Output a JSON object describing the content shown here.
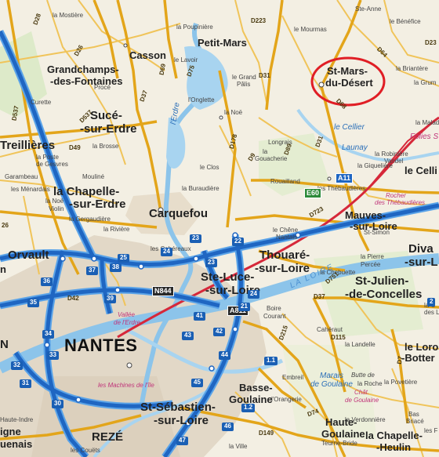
{
  "labels": {
    "nantes": "NANTES",
    "reze": "REZÉ",
    "carquefou": "Carquefou",
    "chapelle_erdre_1": "la Chapelle-",
    "chapelle_erdre_2": "-sur-Erdre",
    "treillieres": "Treillières",
    "orvault": "Orvault",
    "suce_1": "Sucé-",
    "suce_2": "-sur-Erdre",
    "petit_mars": "Petit-Mars",
    "casson": "Casson",
    "grandchamps_1": "Grandchamps-",
    "grandchamps_2": "-des-Fontaines",
    "st_mars_1": "St-Mars-",
    "st_mars_2": "du-Désert",
    "thouare_1": "Thouaré-",
    "thouare_2": "-sur-Loire",
    "ste_luce_1": "Ste-Luce-",
    "ste_luce_2": "-sur-Loire",
    "st_julien_1": "St-Julien-",
    "st_julien_2": "-de-Concelles",
    "st_sebastien_1": "St-Sébastien-",
    "st_sebastien_2": "-sur-Loire",
    "mauves_1": "Mauves-",
    "mauves_2": "-sur-Loire",
    "basse_goulaine_1": "Basse-",
    "basse_goulaine_2": "Goulaine",
    "haute_goulaine_1": "Haute-",
    "haute_goulaine_2": "Goulaine",
    "chapelle_heulin_1": "la Chapelle-",
    "chapelle_heulin_2": "-Heulin",
    "divatte_1": "Diva",
    "divatte_2": "-sur-L",
    "le_cellier": "le Cellier",
    "le_cellier_2": "le Celli",
    "le_loroux_1": "le Loro",
    "le_loroux_2": "-Botter",
    "n_left": "N",
    "ignes": "igne",
    "uenais": "uenais",
    "n_edge": "n",
    "folies": "Folies S",
    "launay": "Launay",
    "marais_1": "Marais",
    "marais_2": "de Goulaine",
    "chat_1": "Chât.",
    "chat_2": "de Goulaine",
    "machines_1": "les Machines de l'île",
    "vallee_1": "Vallée",
    "vallee_2": "de l'Erdre",
    "loire": "LA LOIRE",
    "erdre": "l'Erdre",
    "butte": "Butte de",
    "la_roche": "la Roche",
    "ste_anne": "Ste-Anne",
    "le_benefice": "le Bénéfice",
    "la_mostiere": "la Mostière",
    "la_poupiniere": "la Poupinière",
    "le_mourmas": "le Mourmas",
    "la_briantere": "la Briantère",
    "la_gruma": "la Grum",
    "le_lavoir": "le Lavoir",
    "le_grand_palis_1": "le Grand",
    "le_grand_palis_2": "Pâlis",
    "longlaie": "l'Onglette",
    "la_noe": "la Noë",
    "proce": "Procé",
    "curette": "Curette",
    "la_brosse": "la Brosse",
    "la_poste": "la Poste",
    "de_gesvres": "de Gesvres",
    "garambeau": "Garambeau",
    "menardais": "les Ménardais",
    "mouline": "Mouliné",
    "la_noe2": "la Noë",
    "violin": "Violin",
    "la_gergaudiere": "la Gergaudière",
    "la_riviere": "la Rivière",
    "le_clos": "le Clos",
    "la_buraudiere": "la Buraudière",
    "vallee_erdre": "Vallée",
    "valleyuse": "Vallée",
    "longrais": "Longrais",
    "la_gouacherie_1": "la",
    "la_gouacherie_2": "Gouacherie",
    "rouailland": "Rouailland",
    "la_giquellere": "la Giquelière",
    "la_robiniere": "la Robinière",
    "vandel": "Vandel",
    "la_malad": "la Malad",
    "les_thebaudieres": "les Thébaudières",
    "rocher_1": "Rocher",
    "rocher_2": "des Thébaudières",
    "le_chene": "le Chêne",
    "nantais": "Nantais",
    "st_simon": "St-Simon",
    "les_cahereaux": "les Cahéreaux",
    "la_pierre": "la Pierre",
    "percee": "Percée",
    "la_chebuette": "la Chebuette",
    "la_c": "la C",
    "des_l": "des L",
    "boire": "Boire",
    "courant": "Courant",
    "caheraut": "Cahéraut",
    "la_landelle": "la Landelle",
    "la_poveticre": "la Povetière",
    "embreil": "Embreil",
    "lorangerie": "l'Orangerie",
    "la_verdonniere": "la Verdonnière",
    "teurne_bride": "Teurne-Bride",
    "bas_briace_1": "Bas",
    "bas_briace_2": "Briacé",
    "les_f": "les F",
    "la_ville": "la Ville",
    "les_couets": "les Couëts",
    "haute_indre": "Haute-Indre"
  },
  "roads": {
    "d69": "D69",
    "d75": "D75",
    "d37": "D37",
    "d49": "D49",
    "d26": "D26",
    "d28": "D28",
    "d537": "D537",
    "d178": "D178",
    "d31": "D31",
    "d223": "D223",
    "d64": "D64",
    "d68": "D68",
    "d9": "D9",
    "d89": "D89",
    "d723": "D723",
    "d751": "D751",
    "d115": "D115",
    "d215": "D215",
    "d74": "D74",
    "d149": "D149",
    "d37b": "D37",
    "d42": "D42",
    "d7": "D7",
    "n844": "N844",
    "a811": "A811",
    "a11": "A11",
    "e60": "E60",
    "d23": "D23",
    "d26b": "26"
  },
  "shields": {
    "s23a": "23",
    "s23b": "23",
    "s24a": "24",
    "s24b": "24",
    "s25": "25",
    "s22": "22",
    "s36": "36",
    "s37": "37",
    "s38": "38",
    "s39": "39",
    "s41": "41",
    "s42": "42",
    "s43": "43",
    "s44": "44",
    "s45": "45",
    "s46": "46",
    "s47": "47",
    "s35": "35",
    "s34": "34",
    "s33": "33",
    "s32": "32",
    "s31": "31",
    "s30": "30",
    "s1_1": "1.1",
    "s1_2": "1.2",
    "s21": "21",
    "s2": "2"
  },
  "colors": {
    "background": "#f3efe3",
    "motorway_blue": "#1f66c2",
    "motorway_outline": "#5aa3e8",
    "main_road": "#e3a51a",
    "minor_road": "#f0c45a",
    "railway": "#d6283a",
    "water": "#8cc4ea",
    "urban": "#d9cdb8",
    "forest": "#bfe0a7",
    "circle": "#e01e25"
  }
}
